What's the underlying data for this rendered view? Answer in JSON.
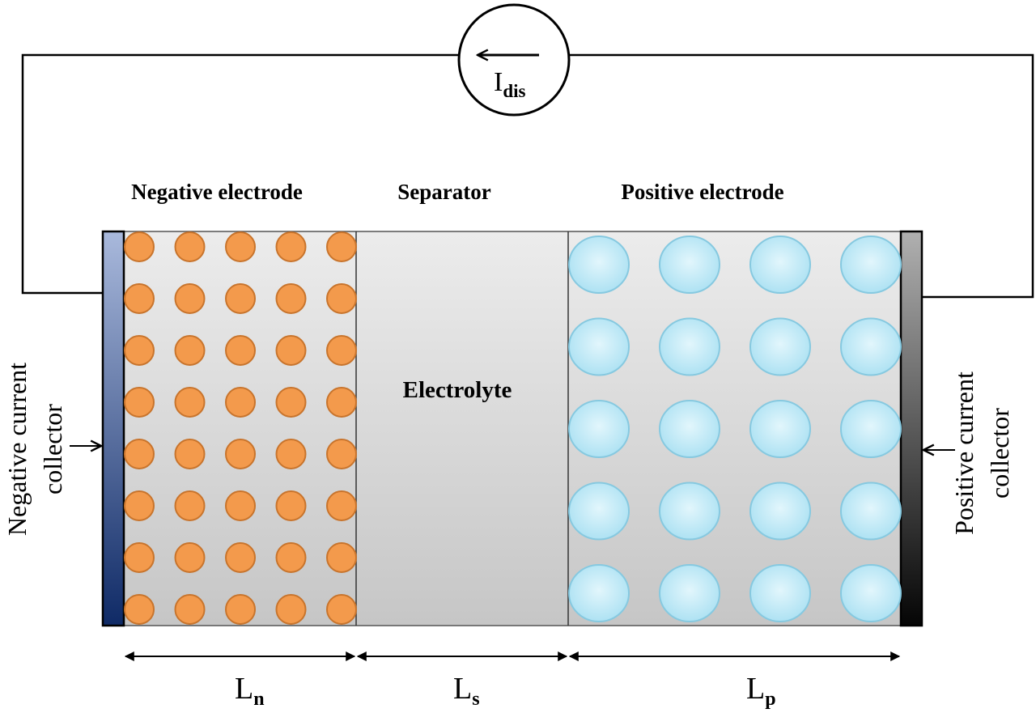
{
  "labels": {
    "negative_electrode": "Negative electrode",
    "separator": "Separator",
    "positive_electrode": "Positive electrode",
    "electrolyte": "Electrolyte",
    "negative_collector_line1": "Negative current",
    "negative_collector_line2": "collector",
    "positive_collector_line1": "Positive current",
    "positive_collector_line2": "collector"
  },
  "current_source": {
    "symbol": "I",
    "subscript": "dis"
  },
  "dimensions": {
    "ln": {
      "symbol": "L",
      "subscript": "n"
    },
    "ls": {
      "symbol": "L",
      "subscript": "s"
    },
    "lp": {
      "symbol": "L",
      "subscript": "p"
    }
  },
  "particles": {
    "negative": {
      "columns": 5,
      "rows": 8,
      "color": "#f39a4c"
    },
    "positive": {
      "columns": 4,
      "rows": 5,
      "color": "#bfeaf6"
    }
  },
  "colors": {
    "negative_collector": "#1c3a7c",
    "positive_collector": "#2a2a2a",
    "cell_fill": "#d8d8d8"
  }
}
